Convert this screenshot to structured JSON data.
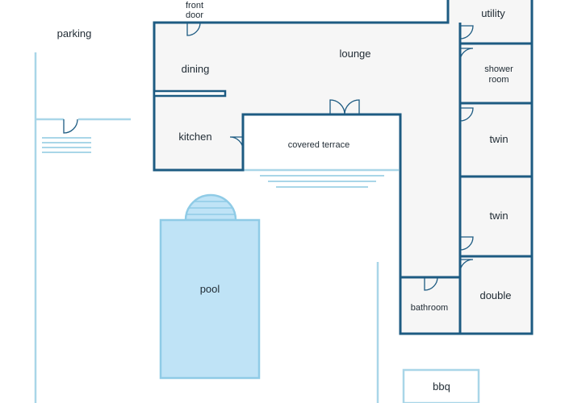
{
  "rooms": {
    "parking": "parking",
    "front_door_line1": "front",
    "front_door_line2": "door",
    "lounge": "lounge",
    "dining": "dining",
    "kitchen": "kitchen",
    "covered_terrace": "covered terrace",
    "utility": "utility",
    "shower_room_line1": "shower",
    "shower_room_line2": "room",
    "twin_1": "twin",
    "twin_2": "twin",
    "double": "double",
    "bathroom": "bathroom",
    "pool": "pool",
    "bbq": "bbq"
  },
  "colors": {
    "wall": "#1d5b82",
    "outdoor_line": "#a9d6e8",
    "pool": "#bfe3f6",
    "room_fill": "#f6f6f6"
  }
}
